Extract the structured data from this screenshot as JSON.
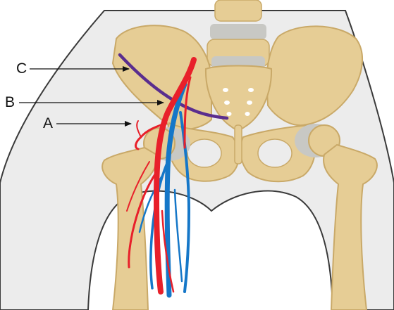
{
  "labels": {
    "a": "A",
    "b": "B",
    "c": "C"
  },
  "colors": {
    "background": "#ffffff",
    "body_silhouette": "#ececec",
    "body_outline": "#3a3a3a",
    "bone": "#e6cd95",
    "bone_shadow": "#c9a968",
    "cartilage": "#c8c8c4",
    "artery": "#e8202a",
    "vein": "#1577c8",
    "nerve_purple": "#5a2d8e",
    "pointer_line": "#111111"
  },
  "structures": [
    "body-silhouette",
    "lumbar-spine",
    "pelvis",
    "sacrum",
    "left-femur",
    "right-femur",
    "femoral-artery",
    "femoral-vein",
    "purple-structure"
  ]
}
